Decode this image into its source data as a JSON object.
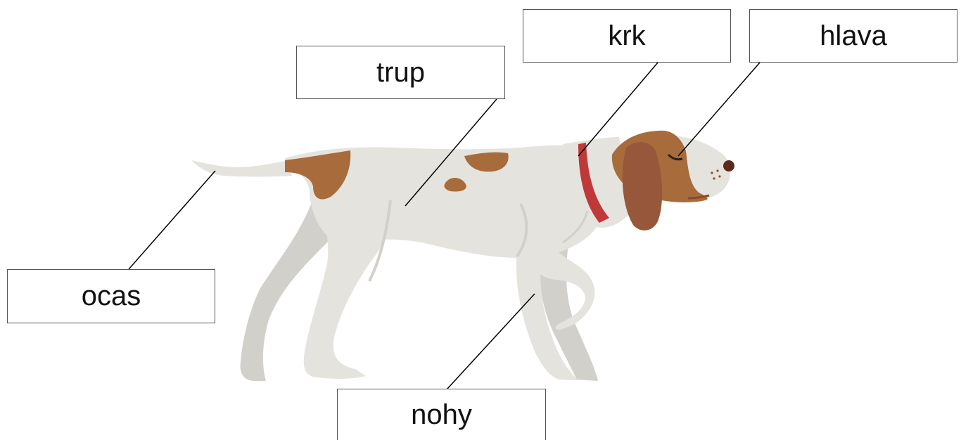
{
  "labels": {
    "trup": "trup",
    "krk": "krk",
    "hlava": "hlava",
    "ocas": "ocas",
    "nohy": "nohy"
  },
  "colors": {
    "body": "#e5e3de",
    "body_shadow": "#d2d0ca",
    "patch": "#a86b3c",
    "ear": "#96573a",
    "collar": "#c0393a",
    "nose": "#5a2a1a",
    "leader_line": "#000000"
  }
}
